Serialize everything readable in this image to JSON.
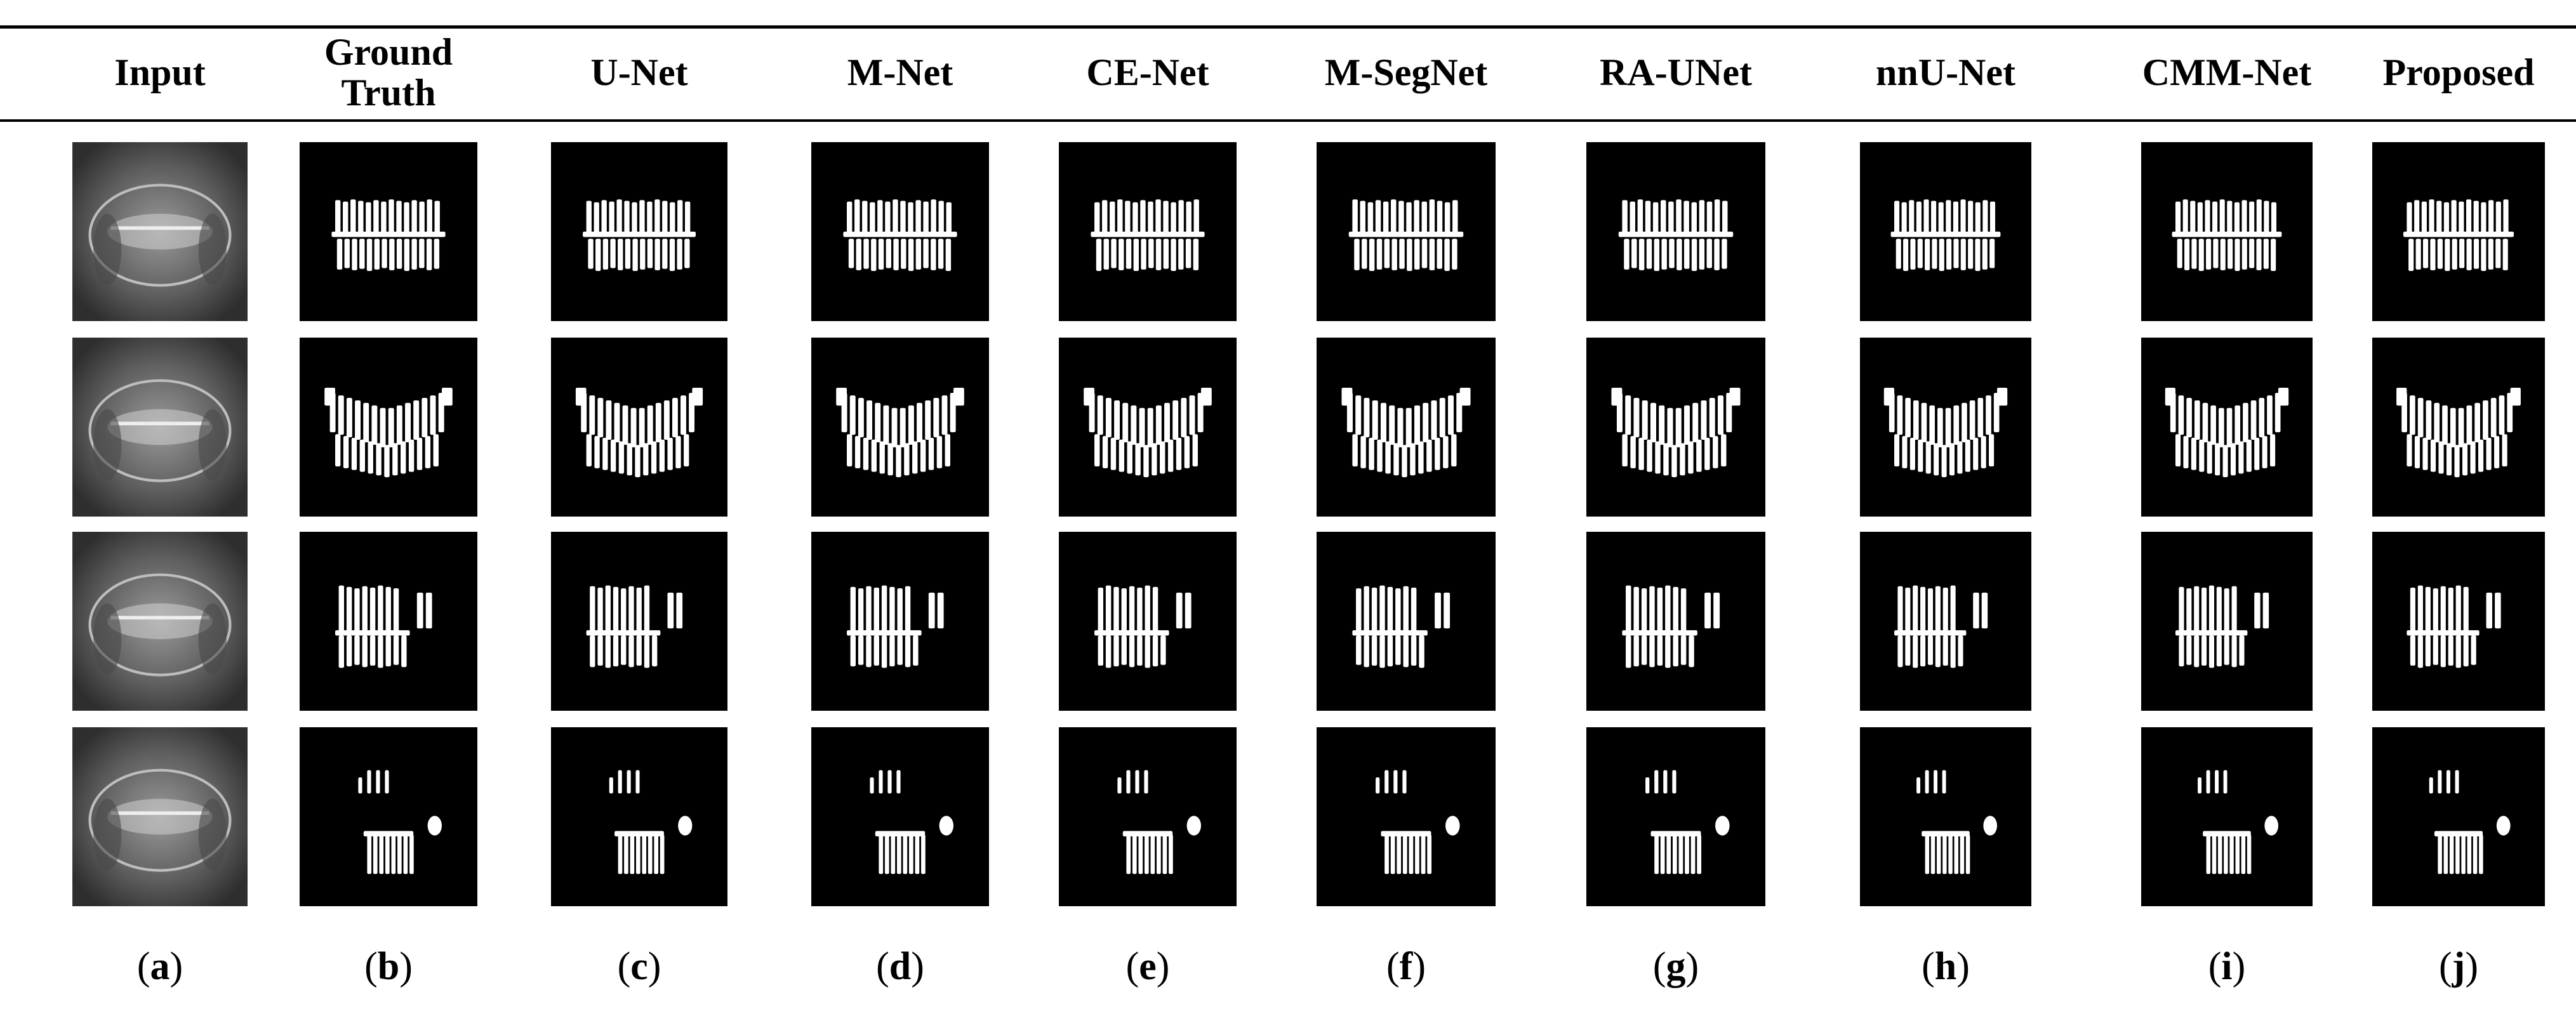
{
  "columns": [
    {
      "id": "input",
      "header": "Input",
      "panel": "a"
    },
    {
      "id": "ground-truth",
      "header": "Ground\nTruth",
      "panel": "b"
    },
    {
      "id": "u-net",
      "header": "U-Net",
      "panel": "c"
    },
    {
      "id": "m-net",
      "header": "M-Net",
      "panel": "d"
    },
    {
      "id": "ce-net",
      "header": "CE-Net",
      "panel": "e"
    },
    {
      "id": "m-segnet",
      "header": "M-SegNet",
      "panel": "f"
    },
    {
      "id": "ra-unet",
      "header": "RA-UNet",
      "panel": "g"
    },
    {
      "id": "nnu-net",
      "header": "nnU-Net",
      "panel": "h"
    },
    {
      "id": "cmm-net",
      "header": "CMM-Net",
      "panel": "i"
    },
    {
      "id": "proposed",
      "header": "Proposed",
      "panel": "j"
    }
  ],
  "row_count": 4,
  "colors": {
    "mask_background": "#000000",
    "mask_foreground": "#ffffff",
    "xray_base": "#3a3a3a"
  }
}
